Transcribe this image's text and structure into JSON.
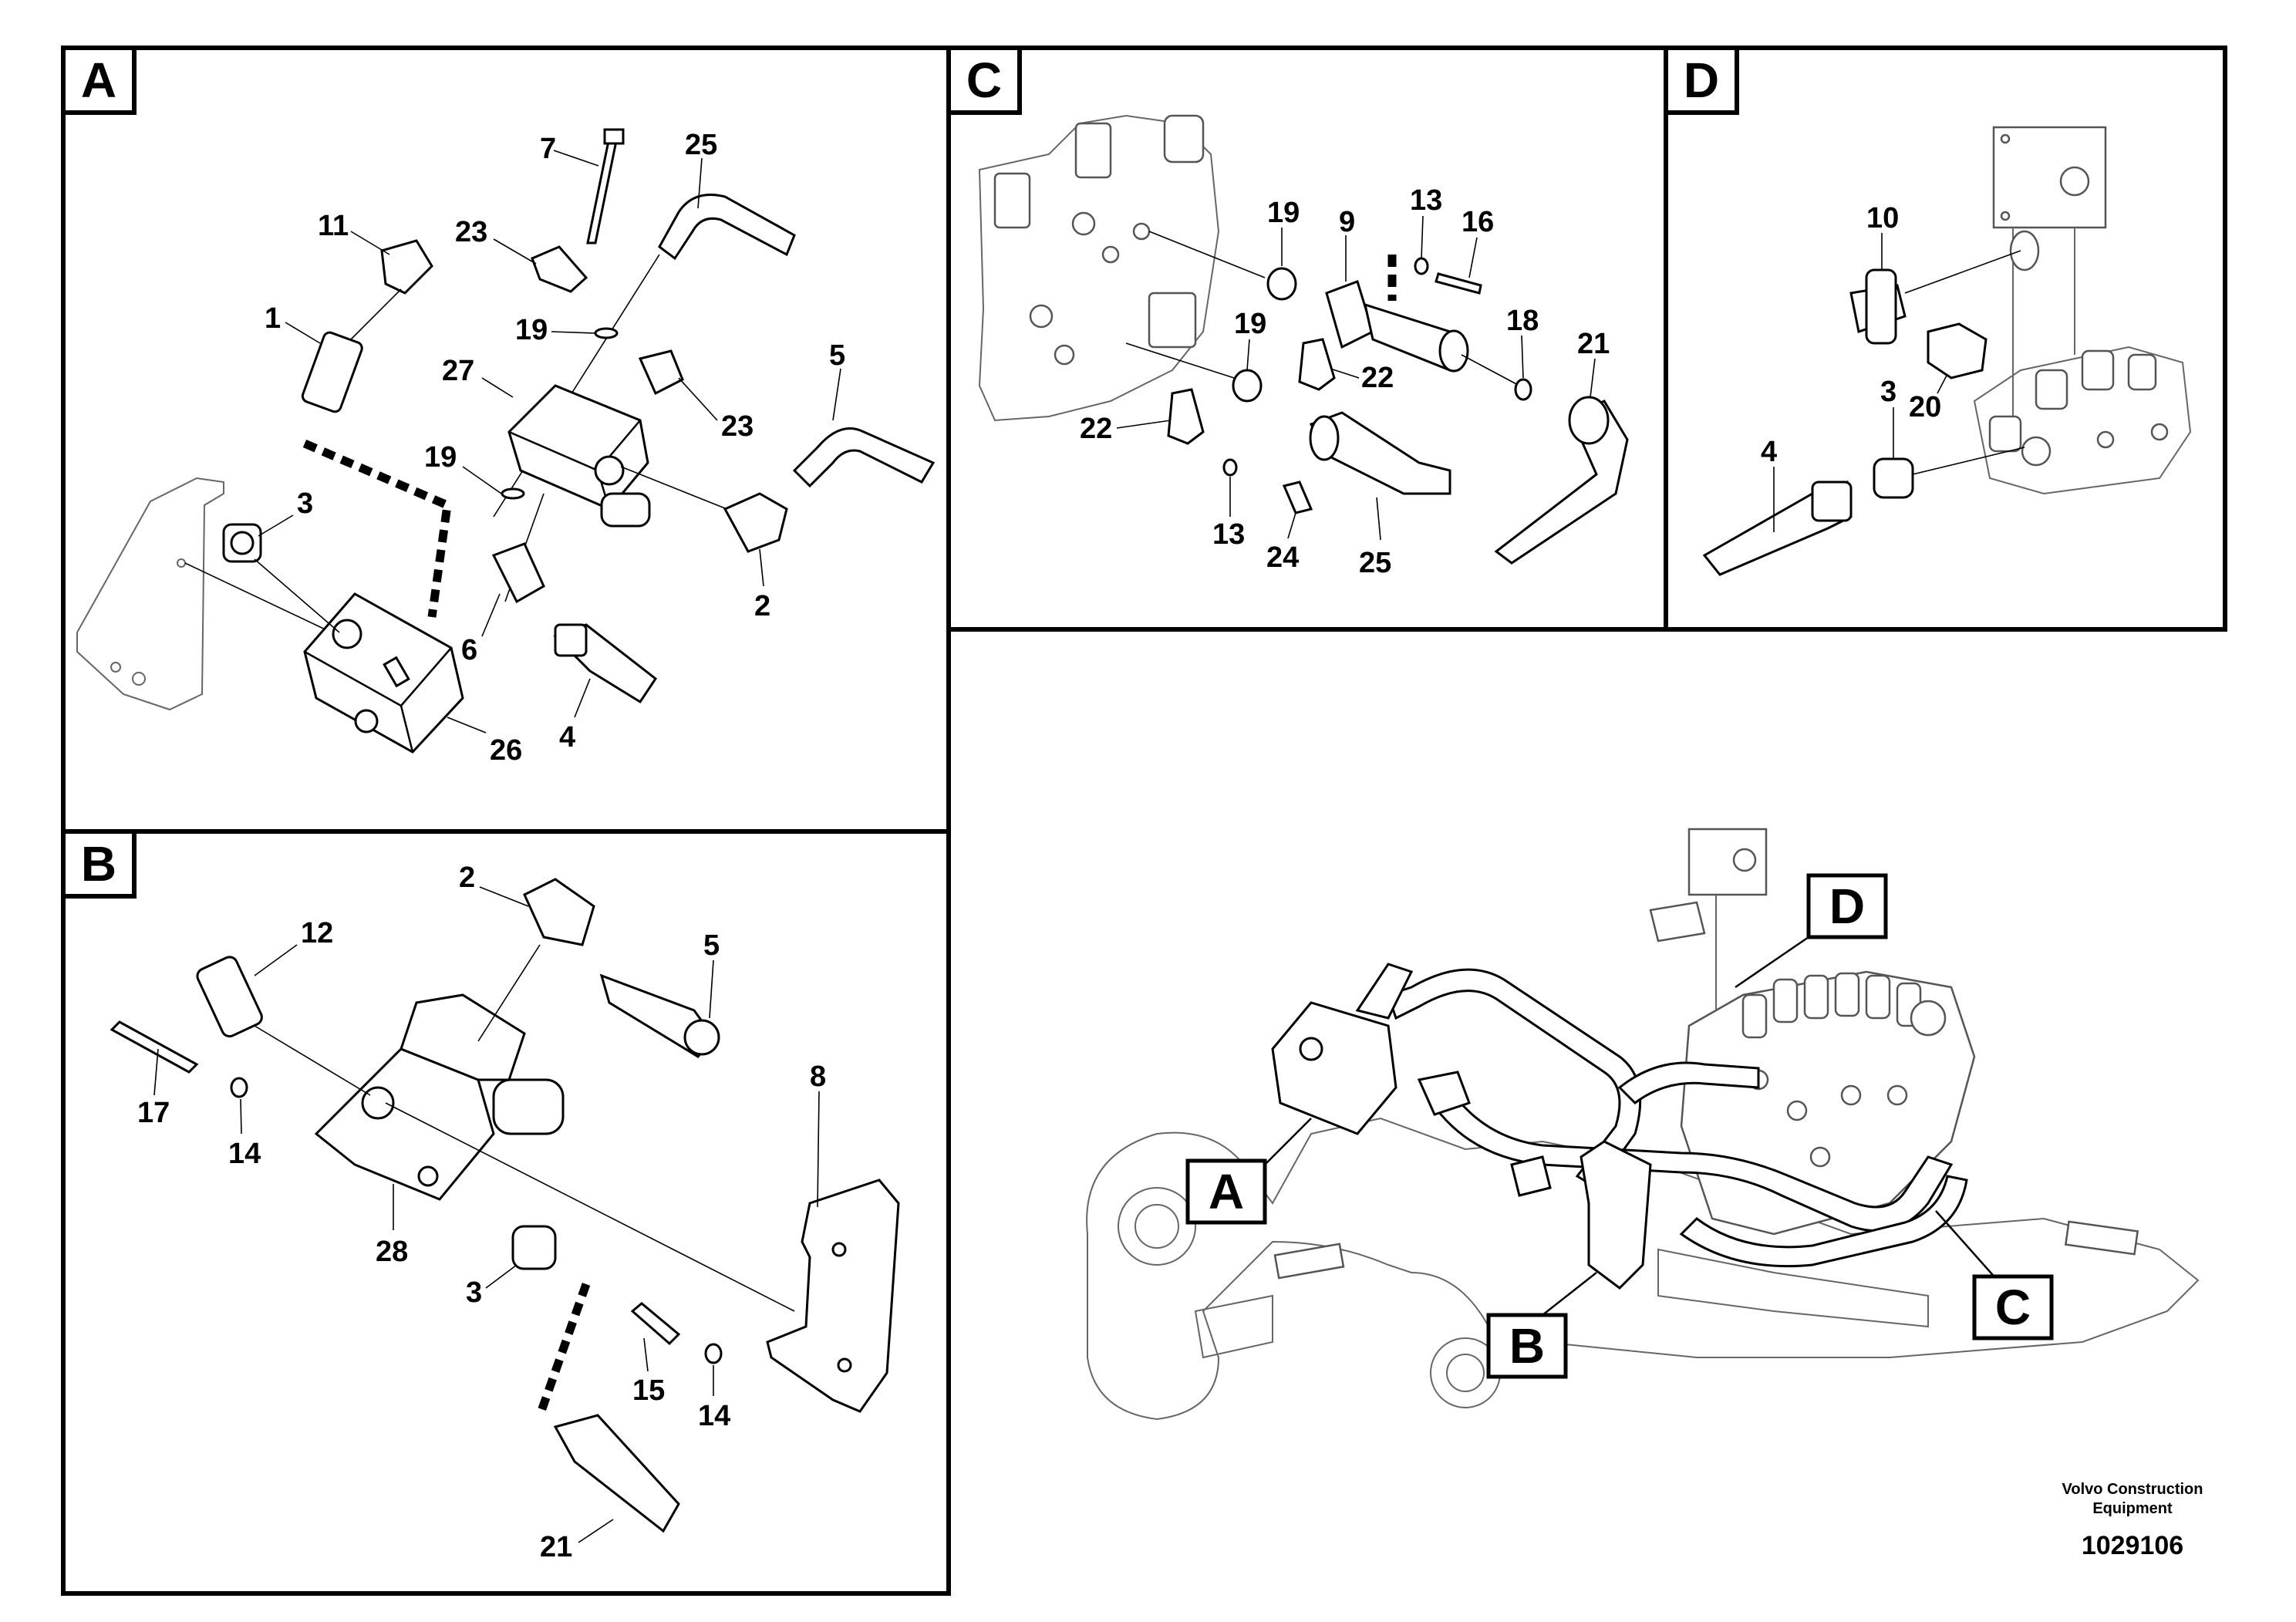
{
  "panels": [
    {
      "letter": "A"
    },
    {
      "letter": "B"
    },
    {
      "letter": "C"
    },
    {
      "letter": "D"
    }
  ],
  "overview_labels": [
    "A",
    "B",
    "C",
    "D"
  ],
  "callouts": {
    "A": [
      "7",
      "25",
      "11",
      "23",
      "1",
      "19",
      "23",
      "27",
      "5",
      "19",
      "3",
      "6",
      "2",
      "4",
      "26"
    ],
    "B": [
      "2",
      "12",
      "5",
      "17",
      "14",
      "8",
      "28",
      "3",
      "15",
      "14",
      "21"
    ],
    "C": [
      "19",
      "9",
      "13",
      "16",
      "19",
      "18",
      "21",
      "22",
      "22",
      "13",
      "24",
      "25"
    ],
    "D": [
      "10",
      "20",
      "3",
      "4"
    ]
  },
  "footer": {
    "company_line1": "Volvo Construction",
    "company_line2": "Equipment",
    "doc_number": "1029106"
  }
}
